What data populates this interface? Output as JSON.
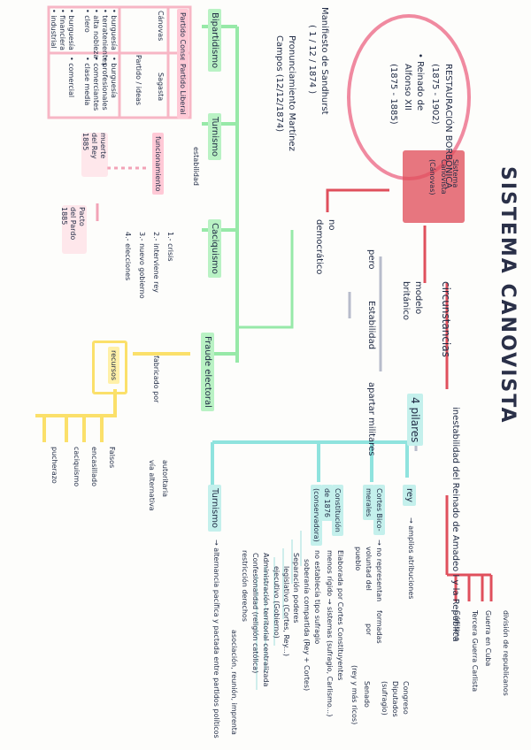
{
  "title": "SISTEMA CANOVISTA",
  "restauracion": {
    "heading": "RESTAURACIÓN BORBÓNICA",
    "range": "(1875 - 1902)",
    "reign_label": "• Reinado de",
    "king": "Alfonso XII",
    "king_range": "(1875 - 1885)"
  },
  "sistema_box": {
    "line1": "Sistema",
    "line2": "Canovista",
    "line3": "(Cánovas)"
  },
  "circunstancias": {
    "label": "circunstancias",
    "items": [
      "inestabilidad del Reinado de Amadeo I y la República",
      "división de republicanos",
      "Guerra en Cuba",
      "Tercera Guerra Carlista",
      "Carlismo"
    ]
  },
  "modelo": {
    "line1": "modelo",
    "line2": "británico"
  },
  "pero": {
    "pero": "pero",
    "estabilidad": "Estabilidad",
    "apartar": "apartar militares"
  },
  "no_democratico": {
    "line1": "no",
    "line2": "democrático"
  },
  "pilares": {
    "label": "4 pilares",
    "rey": "rey",
    "rey_desc": "→ amplios atribuciones",
    "cortes": {
      "line1": "Cortes Bico-",
      "line2": "merales",
      "desc1": "→ no representan",
      "desc2": "voluntad del",
      "desc3": "pueblo",
      "formadas": "formadas",
      "por": "por"
    },
    "camaras": {
      "congreso": "Congreso",
      "diputados": "Diputados",
      "sufragio": "(sufragio)",
      "senado": "Senado",
      "senado_desc": "(rey y más ricos)"
    },
    "constitucion": {
      "line1": "Constitución",
      "line2": "de 1876",
      "line3": "(conservadora)"
    },
    "const_items": [
      "Elaborada por Cortes Constituyentes",
      "menos rígido → sistemas (sufragio, Carlismo...)",
      "no establecía tipo sufragio",
      "soberanía compartida (Rey + Cortes)",
      "Separación poderes",
      "legislativo (Cortes, Rey...)",
      "ejecutivo (Gobierno)",
      "Administración territorial centralizada",
      "Confesionalidad (religión católica)",
      "restricción derechos",
      "asociación, reunión, imprenta"
    ],
    "turnismo": "Turnismo",
    "turnismo_desc": "→ alternancia pacífica y pactada entre partidos políticos"
  },
  "fraude": {
    "label": "Fraude electoral",
    "fabricado": "fabricado por",
    "recursos": "recursos",
    "encasillado": "encasillado",
    "caciquismo": "caciquismo",
    "pucherazo": "pucherazo",
    "dobles": "Falsos",
    "via": "vía",
    "autoritaria": "autoritaria",
    "alternativa": "vía alternativa"
  },
  "partidos": {
    "conservador": "Partido Conservador",
    "canovas": "Cánovas",
    "liberal": "Partido Liberal",
    "sagasta": "Sagasta",
    "partido_label": "Partido",
    "ideas": "Partido / ideas",
    "conservador_items": [
      "• burguesía",
      "• terratenientes",
      "• alta nobleza",
      "• clero"
    ],
    "liberal_items": [
      "• burguesía",
      "• profesionales",
      "• comerciantes",
      "• clase media"
    ],
    "liberal_items2": [
      "• burguesía",
      "• financiera",
      "• industrial",
      "• comercial"
    ]
  },
  "bipartidismo": "Bipartidismo",
  "turnismo_green": "Turnismo",
  "turnismo_sub": "estabilidad",
  "funcionamiento": "funcionamiento",
  "muerte_rey": {
    "line1": "muerte",
    "line2": "del Rey",
    "line3": "1885"
  },
  "pacto": {
    "line1": "Pacto",
    "line2": "del Pardo",
    "line3": "1885"
  },
  "caciquismo_green": "Caciquismo",
  "caciq_items": [
    "1.- crisis",
    "2.- interviene rey",
    "3.- nuevo gobierno",
    "4.- elecciones"
  ],
  "manifiesto": {
    "line1": "Manifiesto de Sandhurst",
    "line2": "( 1 / 12 / 1874 )"
  },
  "pronunciamiento": {
    "line1": "Pronunciamiento Martínez",
    "line2": "Campos (12/12/1874)"
  }
}
